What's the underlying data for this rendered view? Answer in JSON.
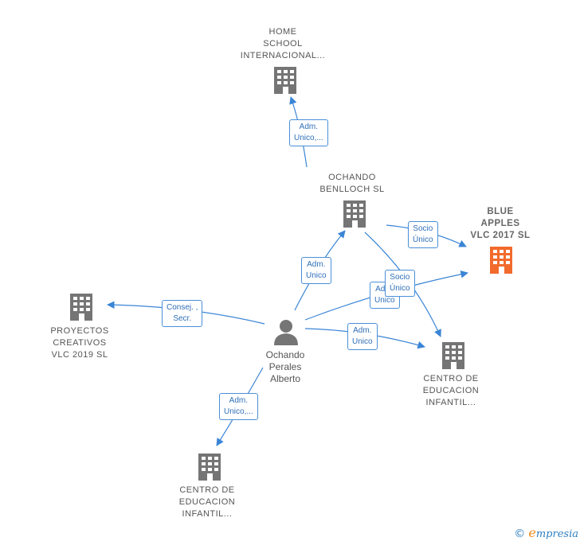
{
  "colors": {
    "edge": "#3a85d6",
    "building": "#757575",
    "highlight": "#f26a2c",
    "person": "#757575"
  },
  "nodes": {
    "home_school": {
      "label": [
        "HOME",
        "SCHOOL",
        "INTERNACIONAL..."
      ],
      "icon": "building-icon"
    },
    "ochando_benlloch": {
      "label": [
        "OCHANDO",
        "BENLLOCH  SL"
      ],
      "icon": "building-icon"
    },
    "blue_apples": {
      "label": [
        "BLUE",
        "APPLES",
        "VLC 2017  SL"
      ],
      "icon": "building-icon-highlighted"
    },
    "proyectos_creativos": {
      "label": [
        "PROYECTOS",
        "CREATIVOS",
        "VLC 2019  SL"
      ],
      "icon": "building-icon"
    },
    "person": {
      "label": [
        "Ochando",
        "Perales",
        "Alberto"
      ],
      "icon": "person-icon"
    },
    "centro_right": {
      "label": [
        "CENTRO DE",
        "EDUCACION",
        "INFANTIL..."
      ],
      "icon": "building-icon"
    },
    "centro_bottom": {
      "label": [
        "CENTRO DE",
        "EDUCACION",
        "INFANTIL..."
      ],
      "icon": "building-icon"
    }
  },
  "edges": {
    "benlloch_home": [
      "Adm.",
      "Unico,..."
    ],
    "benlloch_blue": [
      "Socio",
      "Único"
    ],
    "person_benlloch": [
      "Adm.",
      "Unico"
    ],
    "benlloch_centro": [
      "Socio",
      "Único"
    ],
    "person_blue": [
      "Adm.",
      "Unico"
    ],
    "person_proyectos": [
      "Consej. ,",
      "Secr."
    ],
    "person_centro_right": [
      "Adm.",
      "Unico"
    ],
    "person_centro_bottom": [
      "Adm.",
      "Unico,..."
    ]
  },
  "footer": {
    "copyright": "©",
    "brand_initial": "e",
    "brand_rest": "mpresia"
  }
}
